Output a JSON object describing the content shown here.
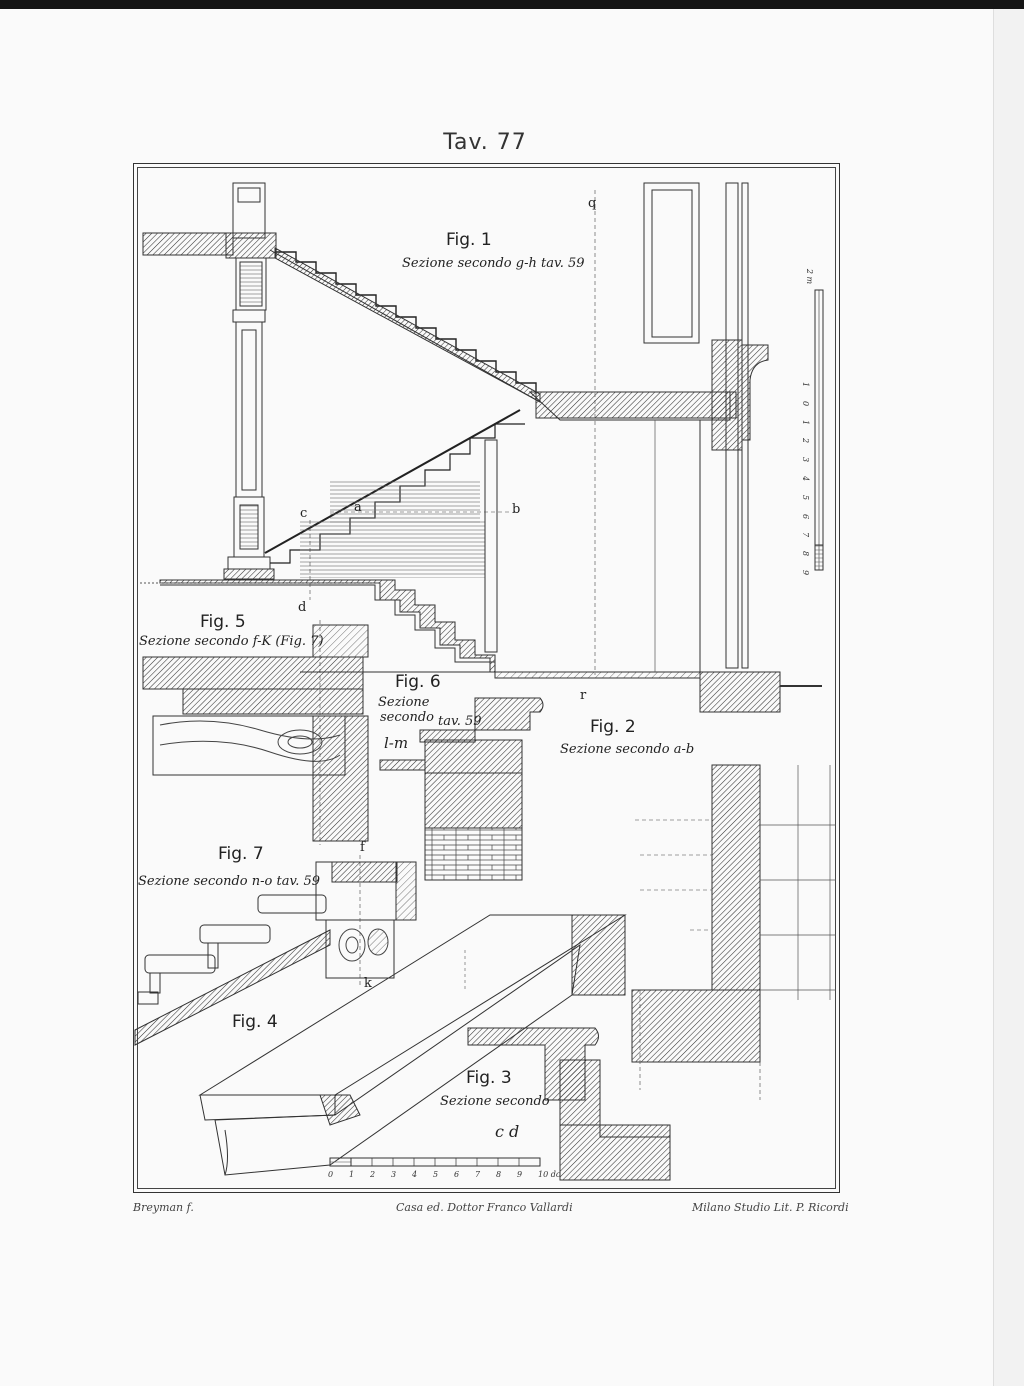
{
  "plate": {
    "title": "Tav. 77"
  },
  "figures": [
    {
      "id": "fig1",
      "label": "Fig. 1",
      "caption": "Sezione secondo g-h tav. 59"
    },
    {
      "id": "fig2",
      "label": "Fig. 2",
      "caption": "Sezione secondo a-b"
    },
    {
      "id": "fig3",
      "label": "Fig. 3",
      "caption": "Sezione secondo",
      "caption_sub": "c d"
    },
    {
      "id": "fig4",
      "label": "Fig. 4"
    },
    {
      "id": "fig5",
      "label": "Fig. 5",
      "caption": "Sezione secondo f-K (Fig. 7)"
    },
    {
      "id": "fig6",
      "label": "Fig. 6",
      "caption_lines": [
        "Sezione",
        "secondo",
        "tav. 59",
        "l-m"
      ]
    },
    {
      "id": "fig7",
      "label": "Fig. 7",
      "caption": "Sezione secondo n-o tav. 59"
    }
  ],
  "section_letters": {
    "q": "q",
    "a": "a",
    "b": "b",
    "c": "c",
    "d": "d",
    "r": "r",
    "f": "f",
    "k": "k"
  },
  "scale_bars": {
    "vertical": {
      "unit": "2 m",
      "ticks": [
        "1",
        "0",
        "1",
        "2",
        "3",
        "4",
        "5",
        "6",
        "7",
        "8",
        "9"
      ]
    },
    "horizontal": {
      "unit": "10 dc",
      "ticks": [
        "0",
        "1",
        "2",
        "3",
        "4",
        "5",
        "6",
        "7",
        "8",
        "9",
        "10 dc"
      ]
    }
  },
  "credits": {
    "left": "Breyman f.",
    "center": "Casa ed. Dottor Franco Vallardi",
    "right": "Milano Studio Lit. P. Ricordi"
  }
}
